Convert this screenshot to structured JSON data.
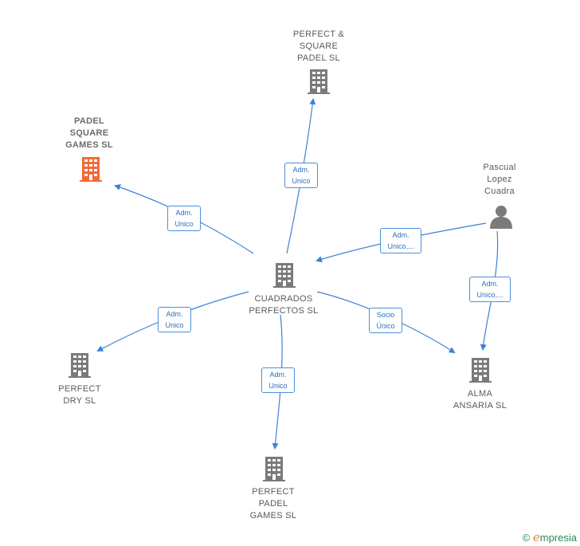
{
  "nodes": {
    "center": {
      "label": "CUADRADOS\nPERFECTOS SL"
    },
    "padel_square_games": {
      "label": "PADEL\nSQUARE\nGAMES SL"
    },
    "perfect_square_padel": {
      "label": "PERFECT &\nSQUARE\nPADEL SL"
    },
    "pascual": {
      "label": "Pascual\nLopez\nCuadra"
    },
    "perfect_dry": {
      "label": "PERFECT\nDRY SL"
    },
    "perfect_padel_games": {
      "label": "PERFECT\nPADEL\nGAMES SL"
    },
    "alma_ansaria": {
      "label": "ALMA\nANSARIA SL"
    }
  },
  "edges": {
    "to_perfect_square_padel": "Adm.\nUnico",
    "to_padel_square_games": "Adm.\nUnico",
    "pascual_to_center": "Adm.\nUnico,...",
    "pascual_to_alma": "Adm.\nUnico,...",
    "to_perfect_dry": "Adm.\nUnico",
    "to_alma_ansaria": "Socio\nÚnico",
    "to_perfect_padel_games": "Adm.\nUnico"
  },
  "colors": {
    "building": "#7a7a7a",
    "highlight": "#f26a3a",
    "edge": "#3b82d6"
  },
  "icons": {
    "company": "building-icon",
    "person": "person-icon"
  },
  "footer": {
    "copyright": "©",
    "brand_e": "e",
    "brand_rest": "mpresia"
  }
}
